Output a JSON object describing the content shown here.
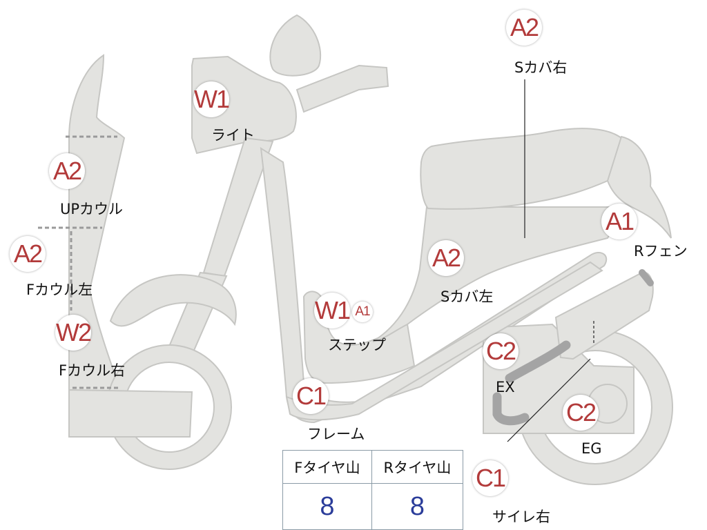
{
  "colors": {
    "body_fill": "#e3e3e0",
    "body_stroke": "#c6c6c3",
    "grade_text": "#b23a3a",
    "tire_value": "#2b3d9a",
    "dashed_line": "#9a9a9a"
  },
  "parts": {
    "light": {
      "grade": "W1",
      "label": "ライト"
    },
    "side_cover_right": {
      "grade": "A2",
      "label": "Sカバ右"
    },
    "up_cowl": {
      "grade": "A2",
      "label": "UPカウル"
    },
    "front_cowl_left": {
      "grade": "A2",
      "label": "Fカウル左"
    },
    "front_cowl_right": {
      "grade": "W2",
      "label": "Fカウル右"
    },
    "step": {
      "grade": "W1",
      "grade_extra": "A1",
      "label": "ステップ"
    },
    "side_cover_left": {
      "grade": "A2",
      "label": "Sカバ左"
    },
    "rear_fender": {
      "grade": "A1",
      "label": "Rフェン"
    },
    "exhaust": {
      "grade": "C2",
      "label": "EX"
    },
    "frame": {
      "grade": "C1",
      "label": "フレーム"
    },
    "engine": {
      "grade": "C2",
      "label": "EG"
    },
    "silencer_right": {
      "grade": "C1",
      "label": "サイレ右"
    }
  },
  "tire_table": {
    "headers": [
      "Fタイヤ山",
      "Rタイヤ山"
    ],
    "values": [
      "8",
      "8"
    ]
  }
}
